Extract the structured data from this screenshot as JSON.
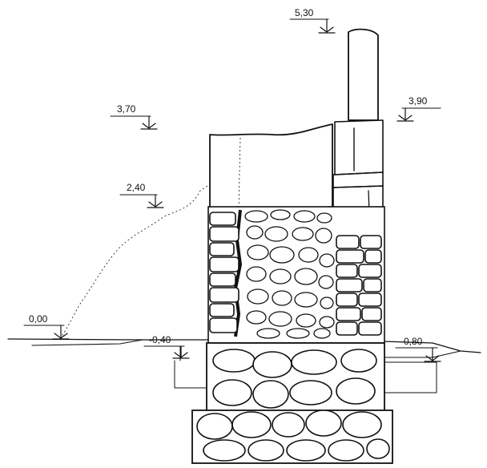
{
  "levels": [
    {
      "id": "top",
      "label": "5,30"
    },
    {
      "id": "upper-left",
      "label": "3,70"
    },
    {
      "id": "upper-right",
      "label": "3,90"
    },
    {
      "id": "mid-left",
      "label": "2,40"
    },
    {
      "id": "ground-zero",
      "label": "0,00"
    },
    {
      "id": "below-left",
      "label": "-0,40"
    },
    {
      "id": "below-right",
      "label": "-0,80"
    }
  ]
}
